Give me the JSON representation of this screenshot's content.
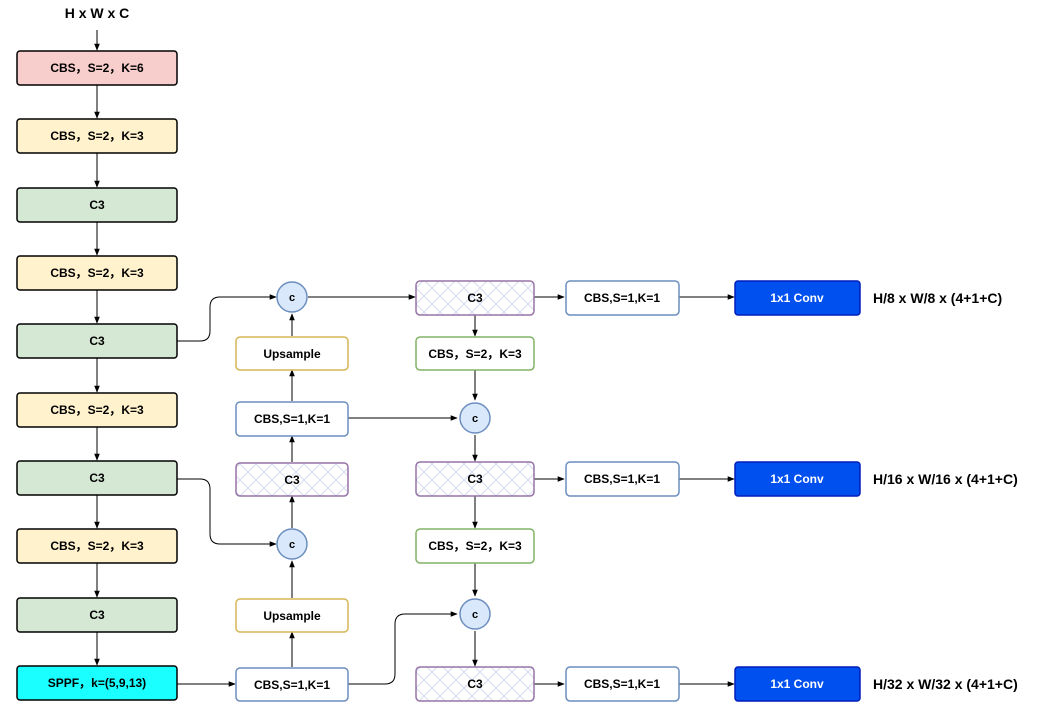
{
  "input_label": "H x W x C",
  "colors": {
    "cbs_k6": "#f8cecc",
    "cbs_k3": "#fff2cc",
    "c3_green": "#d5e8d4",
    "sppf": "#1affff",
    "conv": "#0050ef",
    "blue_border": "#6c8ebf",
    "purple_border": "#9673a6",
    "green_border": "#82b366",
    "yellow_border": "#d6b656",
    "concat_fill": "#dae8fc"
  },
  "backbone": [
    "CBS，S=2，K=6",
    "CBS，S=2，K=3",
    "C3",
    "CBS，S=2，K=3",
    "C3",
    "CBS，S=2，K=3",
    "C3",
    "CBS，S=2，K=3",
    "C3",
    "SPPF，k=(5,9,13)"
  ],
  "neck": {
    "concat": "c",
    "upsample": "Upsample",
    "cbs_s1": "CBS,S=1,K=1",
    "c3": "C3",
    "cbs_s2": "CBS，S=2，K=3"
  },
  "heads": [
    {
      "cbs": "CBS,S=1,K=1",
      "conv": "1x1 Conv",
      "output": "H/8 x W/8 x (4+1+C)"
    },
    {
      "cbs": "CBS,S=1,K=1",
      "conv": "1x1 Conv",
      "output": "H/16 x W/16 x (4+1+C)"
    },
    {
      "cbs": "CBS,S=1,K=1",
      "conv": "1x1 Conv",
      "output": "H/32 x W/32 x (4+1+C)"
    }
  ]
}
